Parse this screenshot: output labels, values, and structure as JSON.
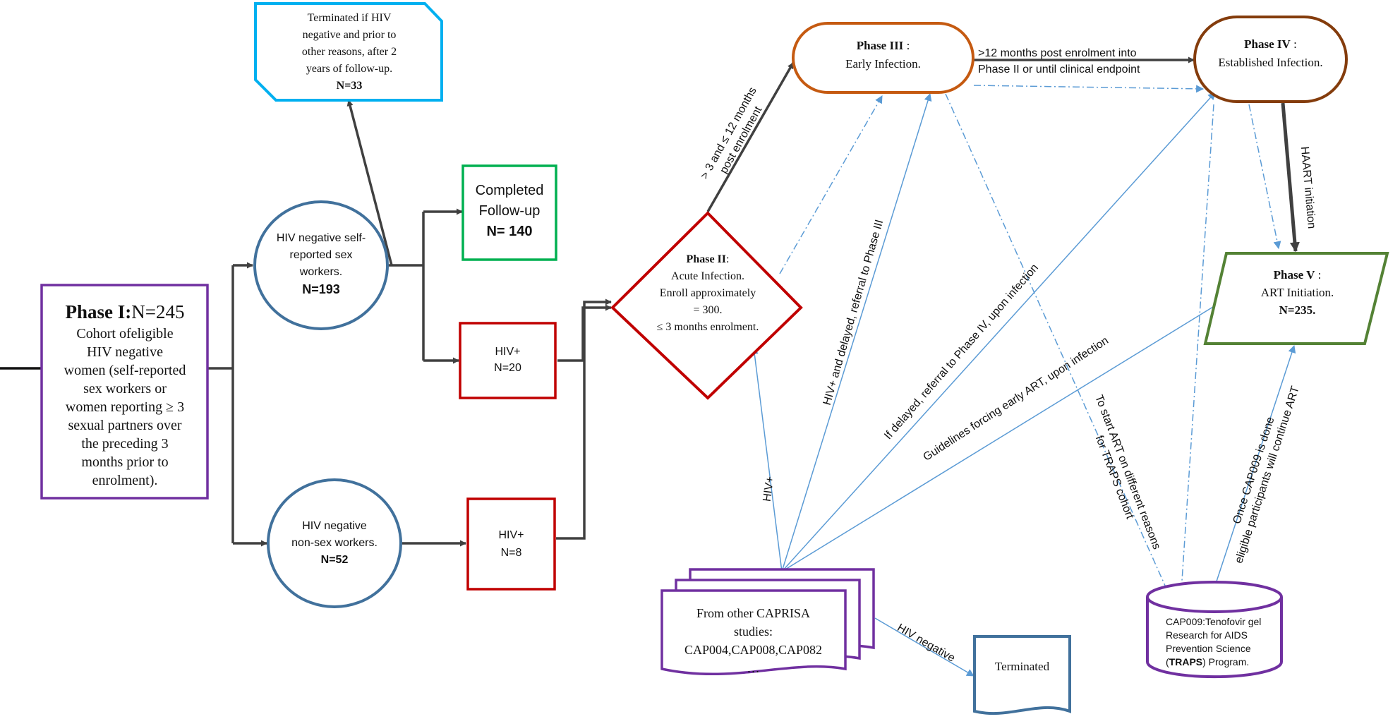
{
  "colors": {
    "purple": "#7030a0",
    "steel_blue": "#41719c",
    "red": "#c00000",
    "green": "#00b050",
    "cyan": "#00b0f0",
    "orange": "#c55a11",
    "brown": "#843c0c",
    "olive_green": "#548235",
    "arrow_dark": "#404040",
    "arrow_light": "#5b9bd5"
  },
  "phase1": {
    "title_bold": "Phase I:",
    "title_rest": "N=245",
    "lines": [
      "Cohort ofeligible",
      "HIV negative",
      "women (self-reported",
      "sex workers or",
      "women reporting ≥ 3",
      "sexual partners over",
      "the preceding 3",
      "months prior to",
      "enrolment)."
    ]
  },
  "sw_circle": {
    "lines": [
      "HIV negative self-",
      "reported sex",
      "workers."
    ],
    "n": "N=193"
  },
  "nsw_circle": {
    "lines": [
      "HIV negative",
      "non-sex workers."
    ],
    "n": "N=52"
  },
  "terminated_top": {
    "lines": [
      "Terminated if HIV",
      "negative and prior to",
      "other reasons, after 2",
      "years of follow-up."
    ],
    "n": "N=33"
  },
  "completed": {
    "lines": [
      "Completed",
      "Follow-up"
    ],
    "n": "N= 140"
  },
  "hiv_pos_sw": {
    "lines": [
      "HIV+",
      "N=20"
    ]
  },
  "hiv_pos_nsw": {
    "lines": [
      "HIV+",
      "N=8"
    ]
  },
  "phase2": {
    "title": "Phase II",
    "colon": ":",
    "lines": [
      "Acute Infection.",
      "Enroll approximately",
      "= 300.",
      "≤ 3 months enrolment."
    ]
  },
  "phase3": {
    "title": "Phase III",
    "colon": " :",
    "subtitle": "Early Infection."
  },
  "phase4": {
    "title": "Phase IV",
    "colon": " :",
    "subtitle": "Established Infection."
  },
  "phase5": {
    "title": "Phase V",
    "colon": " :",
    "subtitle": "ART Initiation.",
    "n": "N=235."
  },
  "caprisa": {
    "lines": [
      "From other CAPRISA",
      "studies:",
      "CAP004,CAP008,CAP082",
      "…"
    ]
  },
  "terminated_bottom": {
    "label": "Terminated"
  },
  "traps": {
    "lines": [
      "CAP009:Tenofovir gel",
      "Research for AIDS",
      "Prevention Science"
    ],
    "bold": "TRAPS",
    "paren_open": "(",
    "rest": ") Program."
  },
  "edge_labels": {
    "p2_p3": [
      "> 3 and ≤ 12 months",
      "post enrolment"
    ],
    "p3_p4": [
      ">12 months post enrolment into",
      "Phase II or until clinical endpoint"
    ],
    "haart": "HAART initiation",
    "delayed_p3": "HIV+ and delayed, referral to Phase III",
    "delayed_p4": "If delayed, referral to Phase IV, upon infection",
    "guidelines": "Guidelines forcing early ART, upon infection",
    "hiv_plus": "HIV+",
    "to_start_art": [
      "To start ART on different reasons",
      "for TRAPS cohort"
    ],
    "once_cap009": [
      "Once CAP009 is done",
      "eligible participants will continue ART"
    ],
    "hiv_negative": "HIV negative"
  }
}
